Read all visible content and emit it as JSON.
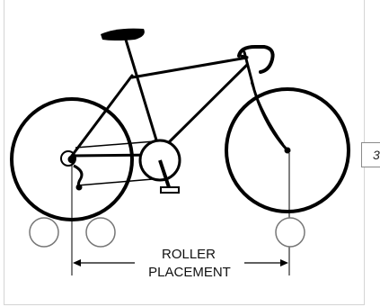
{
  "diagram": {
    "caption_line1": "ROLLER",
    "caption_line2": "PLACEMENT"
  },
  "side_tab": {
    "text": "3"
  }
}
